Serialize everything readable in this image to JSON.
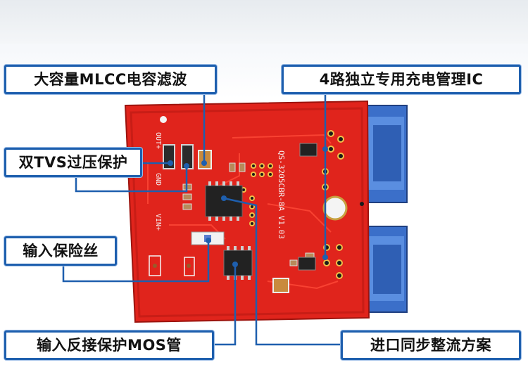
{
  "callouts": {
    "mlcc_capacitor": "大容量MLCC电容滤波",
    "charge_ic": "4路独立专用充电管理IC",
    "tvs_protection": "双TVS过压保护",
    "input_fuse": "输入保险丝",
    "reverse_mos": "输入反接保护MOS管",
    "sync_rectification": "进口同步整流方案"
  },
  "silkscreen": {
    "out_plus": "OUT+",
    "gnd": "GND",
    "vin_plus": "VIN+",
    "model": "QS-3205CBR-8A V1.03"
  },
  "colors": {
    "pcb": "#e0241c",
    "callout_border": "#1e5fae",
    "connector": "#3b6fc9"
  }
}
